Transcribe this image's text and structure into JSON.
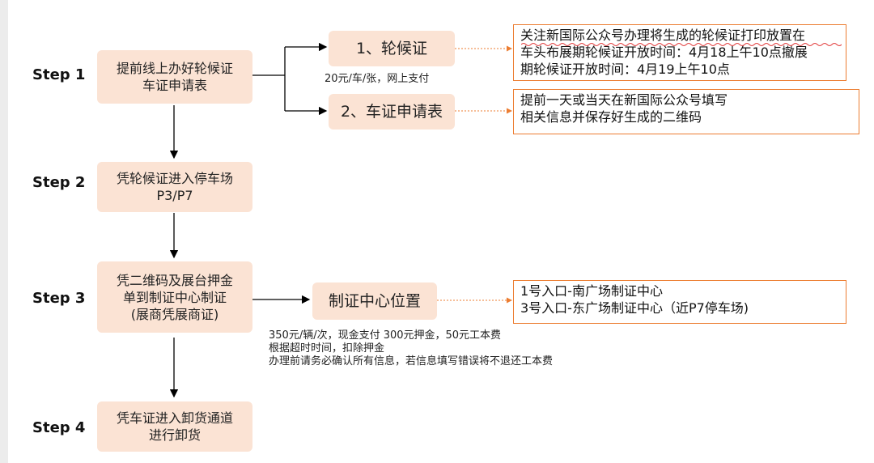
{
  "steps": [
    {
      "label": "Step 1",
      "box": "提前线上办好轮候证\n车证申请表"
    },
    {
      "label": "Step 2",
      "box": "凭轮候证进入停车场\nP3/P7"
    },
    {
      "label": "Step 3",
      "box": "凭二维码及展台押金\n单到制证中心制证\n(展商凭展商证)"
    },
    {
      "label": "Step 4",
      "box": "凭车证进入卸货通道\n进行卸货"
    }
  ],
  "branches": {
    "lunhou": {
      "label": "1、轮候证",
      "note": "20元/车/张，网上支付",
      "detail": "关注新国际公众号办理将生成的轮候证打印放置在\n车头布展期轮候证开放时间：4月18上午10点撤展\n期轮候证开放时间：4月19上午10点"
    },
    "shenqing": {
      "label": "2、车证申请表",
      "detail": "提前一天或当天在新国际公众号填写\n相关信息并保存好生成的二维码"
    },
    "zhizheng": {
      "label": "制证中心位置",
      "detail": "1号入口-南广场制证中心\n3号入口-东广场制证中心（近P7停车场)",
      "note": "350元/辆/次，现金支付   300元押金，50元工本费\n根据超时时间，扣除押金\n办理前请务必确认所有信息，若信息填写错误将不退还工本费"
    }
  },
  "colors": {
    "box_fill": "#fbe3d4",
    "border": "#ec7d31",
    "arrow": "#000000"
  }
}
